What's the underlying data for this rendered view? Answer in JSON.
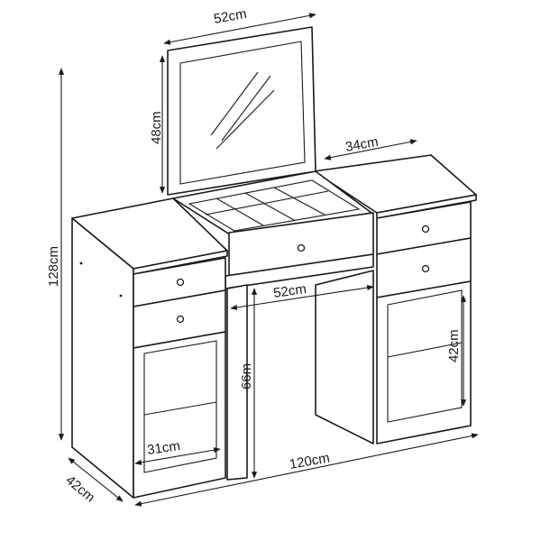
{
  "dimensions": {
    "mirror_width": "52cm",
    "mirror_height": "48cm",
    "side_top_width": "34cm",
    "total_height": "128cm",
    "center_opening_width": "52cm",
    "side_shelf_height": "42cm",
    "knee_height": "66m",
    "shelf_width": "31cm",
    "total_width": "120cm",
    "depth": "42cm"
  }
}
